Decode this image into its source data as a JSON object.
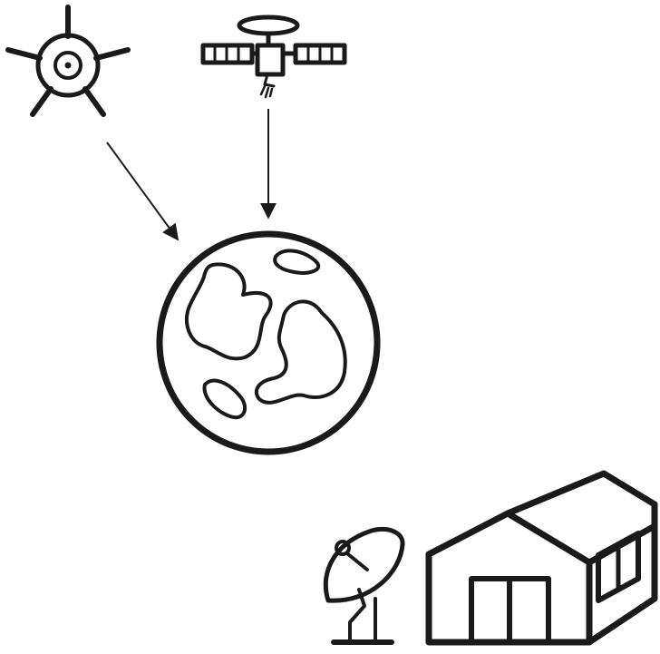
{
  "diagram": {
    "nodes": [
      {
        "id": "sun",
        "icon": "sun-icon"
      },
      {
        "id": "satellite",
        "icon": "satellite-icon"
      },
      {
        "id": "earth",
        "icon": "earth-globe-icon"
      },
      {
        "id": "dish",
        "icon": "satellite-dish-icon"
      },
      {
        "id": "building",
        "icon": "building-icon"
      }
    ],
    "edges": [
      {
        "from": "sun",
        "to": "earth"
      },
      {
        "from": "satellite",
        "to": "earth"
      }
    ],
    "colors": {
      "ink": "#1a1a1a",
      "background": "#ffffff"
    }
  }
}
